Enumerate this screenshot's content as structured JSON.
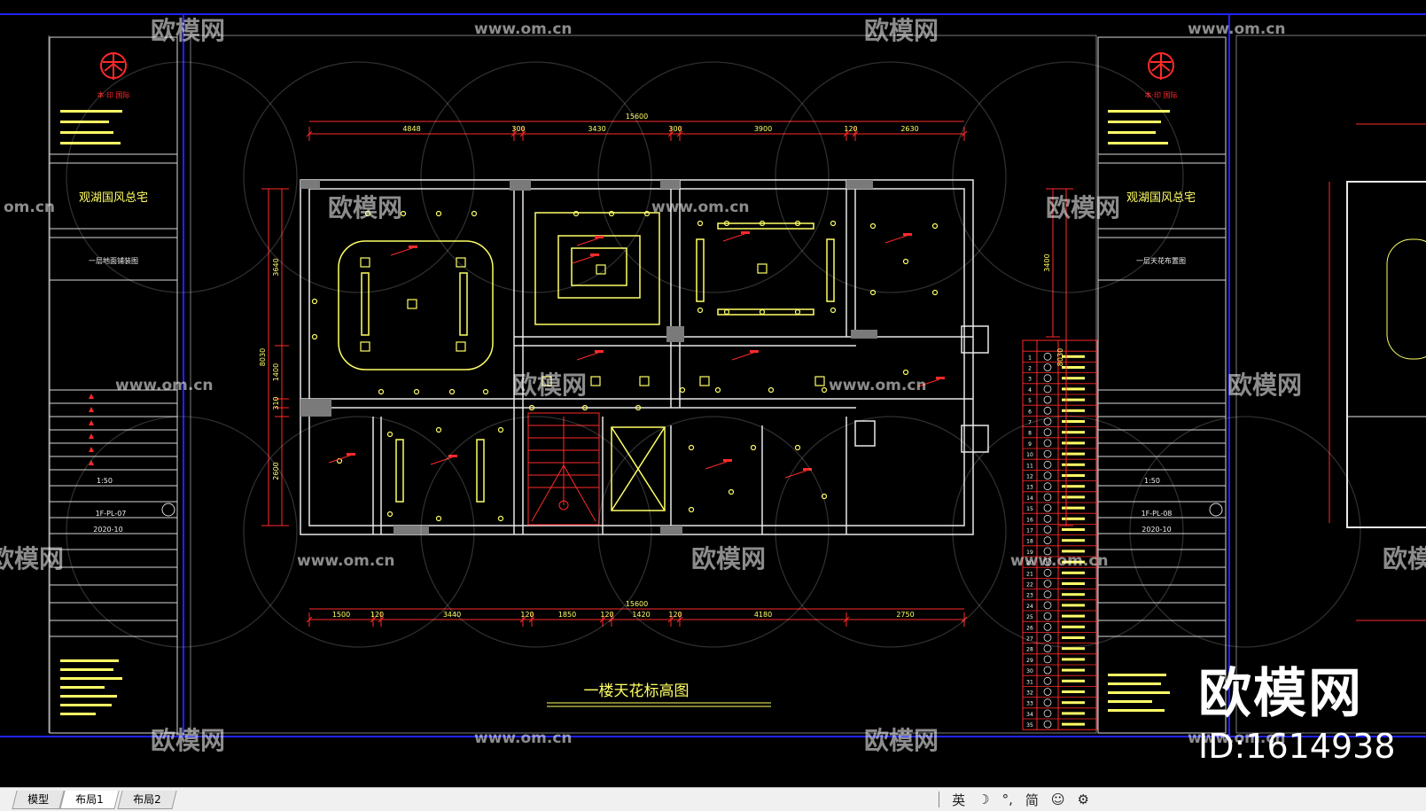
{
  "drawing": {
    "title": "一楼天花标高图",
    "dims_top": {
      "total": "15600",
      "segments": [
        "4848",
        "300",
        "3430",
        "300",
        "3900",
        "120",
        "2630"
      ]
    },
    "dims_bottom": {
      "total": "15600",
      "segments": [
        "1500",
        "120",
        "3440",
        "120",
        "1850",
        "120",
        "1420",
        "120",
        "4180",
        "2750"
      ]
    },
    "dims_left": [
      "3640",
      "8030",
      "1400",
      "310",
      "2600"
    ],
    "dims_right": [
      "3400",
      "8030"
    ]
  },
  "title_block_left": {
    "company": "本·印 国际",
    "project": "观湖国风总宅",
    "drawing_name": "一层地面铺装图",
    "scale": "1:50",
    "sheet_no": "1F-PL-07",
    "date": "2020-10"
  },
  "title_block_right": {
    "company": "本·印 国际",
    "project": "观湖国风总宅",
    "drawing_name": "一层天花布置图",
    "scale": "1:50",
    "sheet_no": "1F-PL-08",
    "date": "2020-10"
  },
  "watermark": {
    "brand": "欧模网",
    "url": "www.om.cn",
    "url_short": "om.cn",
    "big_brand": "欧模网",
    "id": "ID:1614938"
  },
  "status_bar": {
    "tabs": [
      "模型",
      "布局1",
      "布局2"
    ],
    "ime": [
      "英",
      "☽",
      "°,",
      "简",
      "☺",
      "⚙"
    ]
  },
  "colors": {
    "background": "#000000",
    "frame": "#1a1aff",
    "dimension": "#ff2a2a",
    "wall": "#e8e8e8",
    "fixture": "#ffff66"
  }
}
